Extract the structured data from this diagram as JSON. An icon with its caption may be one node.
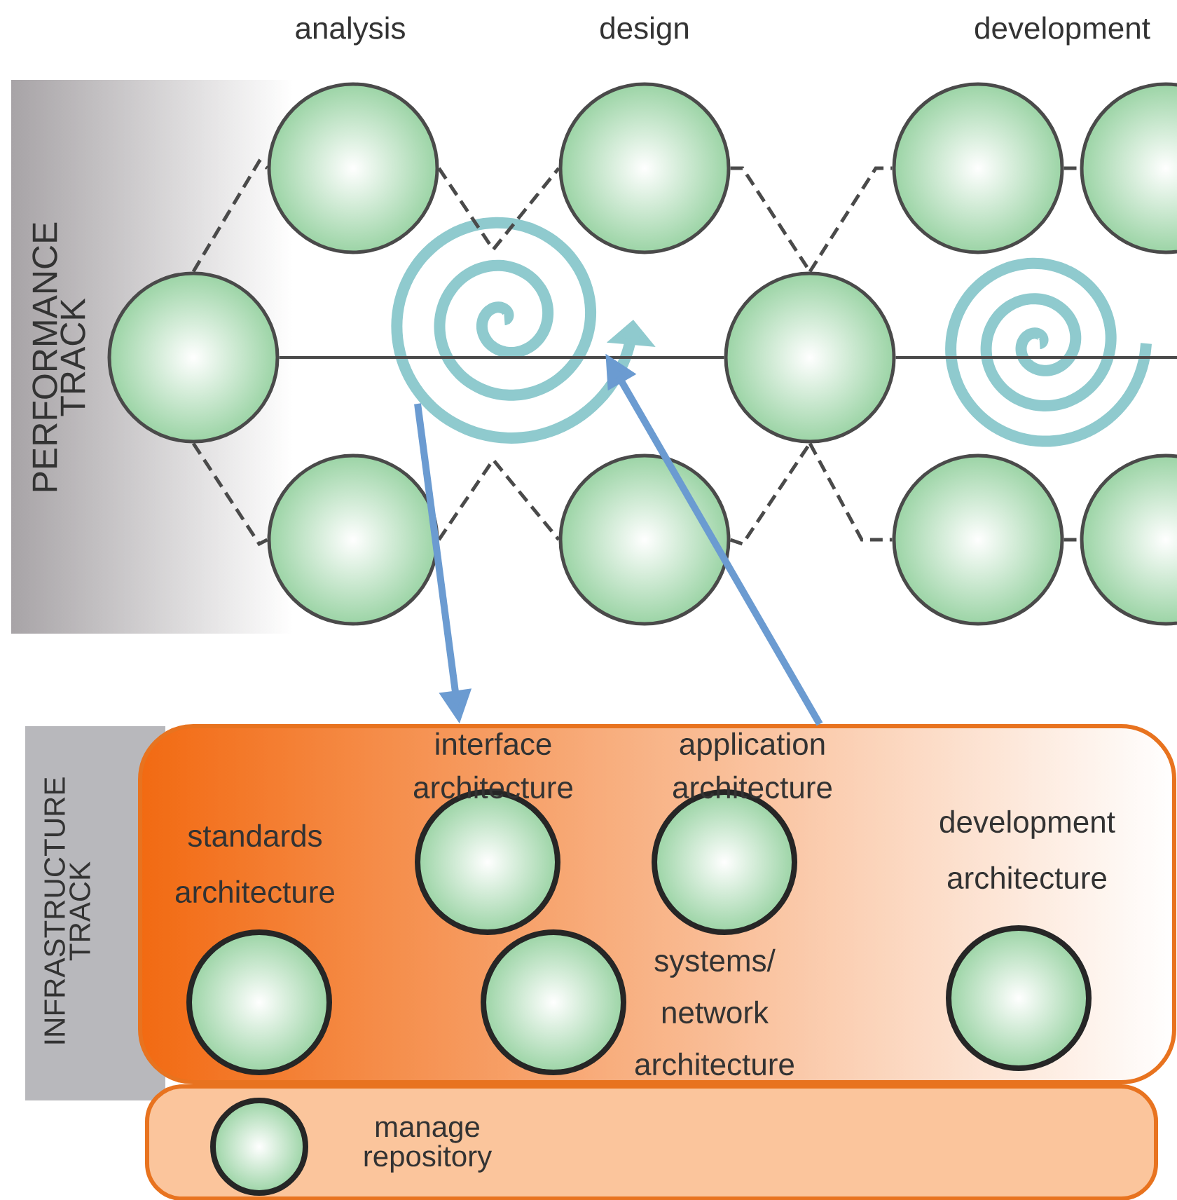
{
  "diagram": {
    "nodes": [
      {
        "text": [
          "PERFORMANCE TRACK"
        ]
      },
      {
        "text": [],
        "shape": "circle"
      },
      {
        "text": [],
        "shape": "circle"
      },
      {
        "text": [],
        "shape": "circle"
      },
      {
        "text": [],
        "shape": "circle"
      },
      {
        "text": [],
        "shape": "circle"
      },
      {
        "text": [],
        "shape": "circle"
      },
      {
        "text": [],
        "shape": "circle"
      },
      {
        "text": [],
        "shape": "circle"
      },
      {
        "text": [],
        "shape": "circle"
      },
      {
        "text": [],
        "shape": "circle"
      },
      {
        "text": [
          "INFRASTRUCTURE TRACK"
        ]
      },
      {
        "text": [],
        "shape": "box"
      },
      {
        "text": [],
        "shape": "circle",
        "in": 12,
        "beside": [
          "standards architecture"
        ]
      },
      {
        "text": [],
        "shape": "circle",
        "in": 12,
        "beside": [
          "interface architecture"
        ]
      },
      {
        "text": [],
        "shape": "circle",
        "in": 12,
        "beside": [
          "application architecture"
        ]
      },
      {
        "text": [],
        "shape": "circle",
        "in": 12,
        "beside": [
          "systems/ network architecture"
        ]
      },
      {
        "text": [],
        "shape": "circle",
        "in": 12,
        "beside": [
          "development architecture"
        ]
      },
      {
        "text": [],
        "shape": "box"
      },
      {
        "text": [],
        "shape": "circle",
        "in": 18,
        "beside": [
          "manage repository"
        ]
      }
    ],
    "edges": [
      {
        "from": 1,
        "to": 6,
        "arrow": "none"
      },
      {
        "from": 6,
        "to": null,
        "arrow": "none"
      },
      {
        "from": 1,
        "to": 2,
        "arrow": "none",
        "style": "dashed"
      },
      {
        "from": 1,
        "to": 3,
        "arrow": "none",
        "style": "dashed"
      },
      {
        "from": 2,
        "to": 4,
        "arrow": "none",
        "style": "dashed"
      },
      {
        "from": 3,
        "to": 5,
        "arrow": "none",
        "style": "dashed"
      },
      {
        "from": 4,
        "to": 6,
        "arrow": "none",
        "style": "dashed"
      },
      {
        "from": 5,
        "to": 6,
        "arrow": "none",
        "style": "dashed"
      },
      {
        "from": 6,
        "to": 7,
        "arrow": "none",
        "style": "dashed"
      },
      {
        "from": 6,
        "to": 8,
        "arrow": "none",
        "style": "dashed"
      },
      {
        "from": 7,
        "to": 9,
        "arrow": "none",
        "style": "dashed"
      },
      {
        "from": 8,
        "to": 10,
        "arrow": "none",
        "style": "dashed"
      },
      {
        "from": null,
        "to": 12,
        "arrow": "to",
        "style": "thick",
        "color": "#6b9bd1"
      },
      {
        "from": 12,
        "to": null,
        "arrow": "to",
        "style": "thick",
        "color": "#6b9bd1"
      }
    ],
    "labels": [
      "analysis",
      "design",
      "development"
    ]
  }
}
